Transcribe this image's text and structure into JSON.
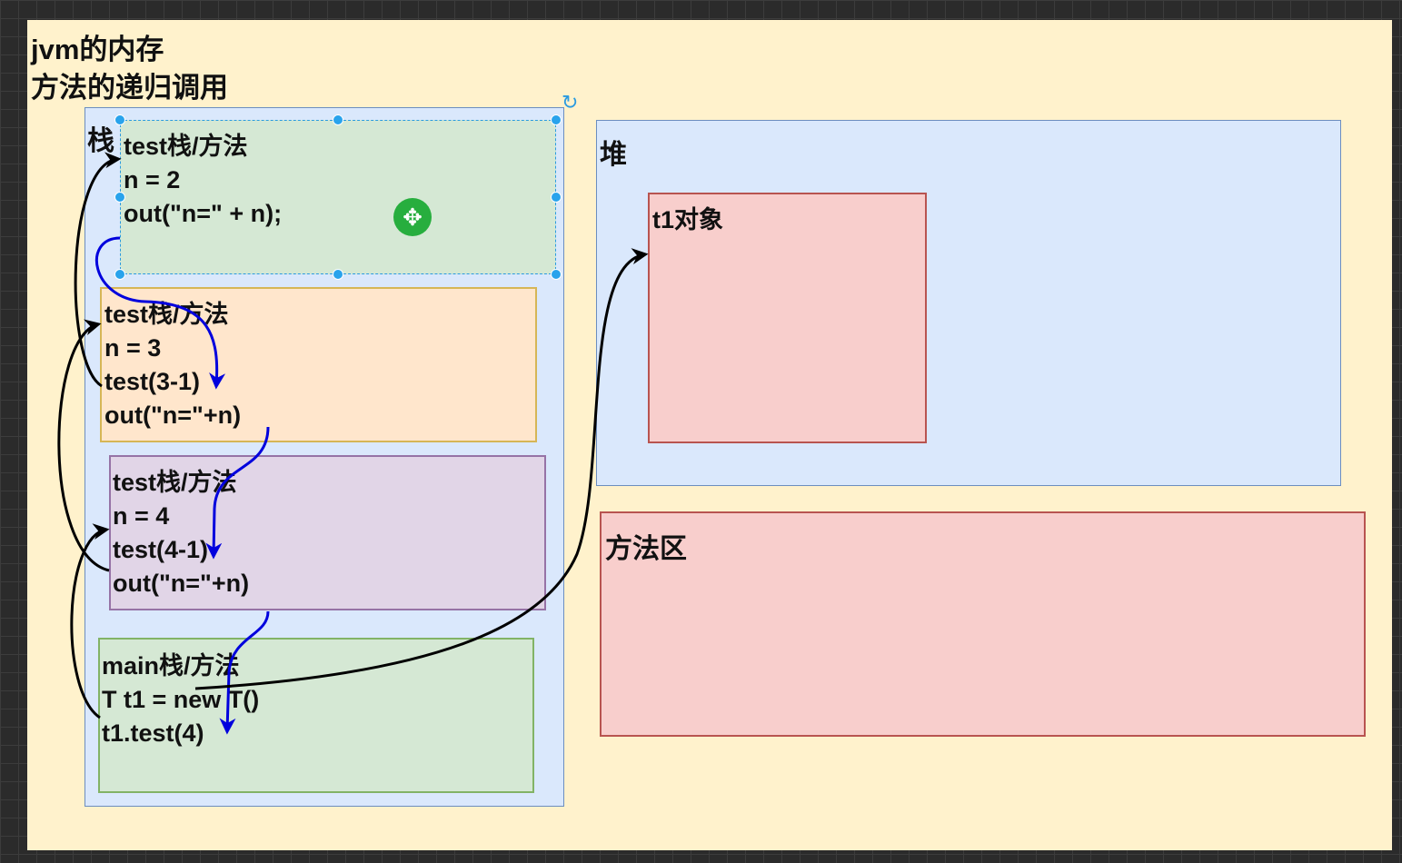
{
  "header": {
    "line1": "jvm的内存",
    "line2": "方法的递归调用"
  },
  "areas": {
    "stack": "栈",
    "heap": "堆",
    "method_area": "方法区",
    "heap_object": "t1对象"
  },
  "frames": [
    {
      "lines": [
        "test栈/方法",
        "n = 2",
        "out(\"n=\" + n);"
      ]
    },
    {
      "lines": [
        "test栈/方法",
        "n = 3",
        "test(3-1)",
        "out(\"n=\"+n)"
      ]
    },
    {
      "lines": [
        "test栈/方法",
        "n = 4",
        "test(4-1)",
        "out(\"n=\"+n)"
      ]
    },
    {
      "lines": [
        "main栈/方法",
        "T t1 = new T()",
        "t1.test(4)"
      ]
    }
  ],
  "colors": {
    "canvas": "#fff2cc",
    "stack_bg": "#dae8fc",
    "frame_green": "#d5e8d4",
    "frame_orange": "#ffe6cc",
    "frame_purple": "#e1d5e7",
    "object_red": "#f8cecc",
    "call_arrow": "#0000dd",
    "return_arrow": "#000000",
    "selection": "#2b9be0"
  },
  "icons": {
    "move": "move-icon",
    "rotate": "rotate-icon"
  }
}
